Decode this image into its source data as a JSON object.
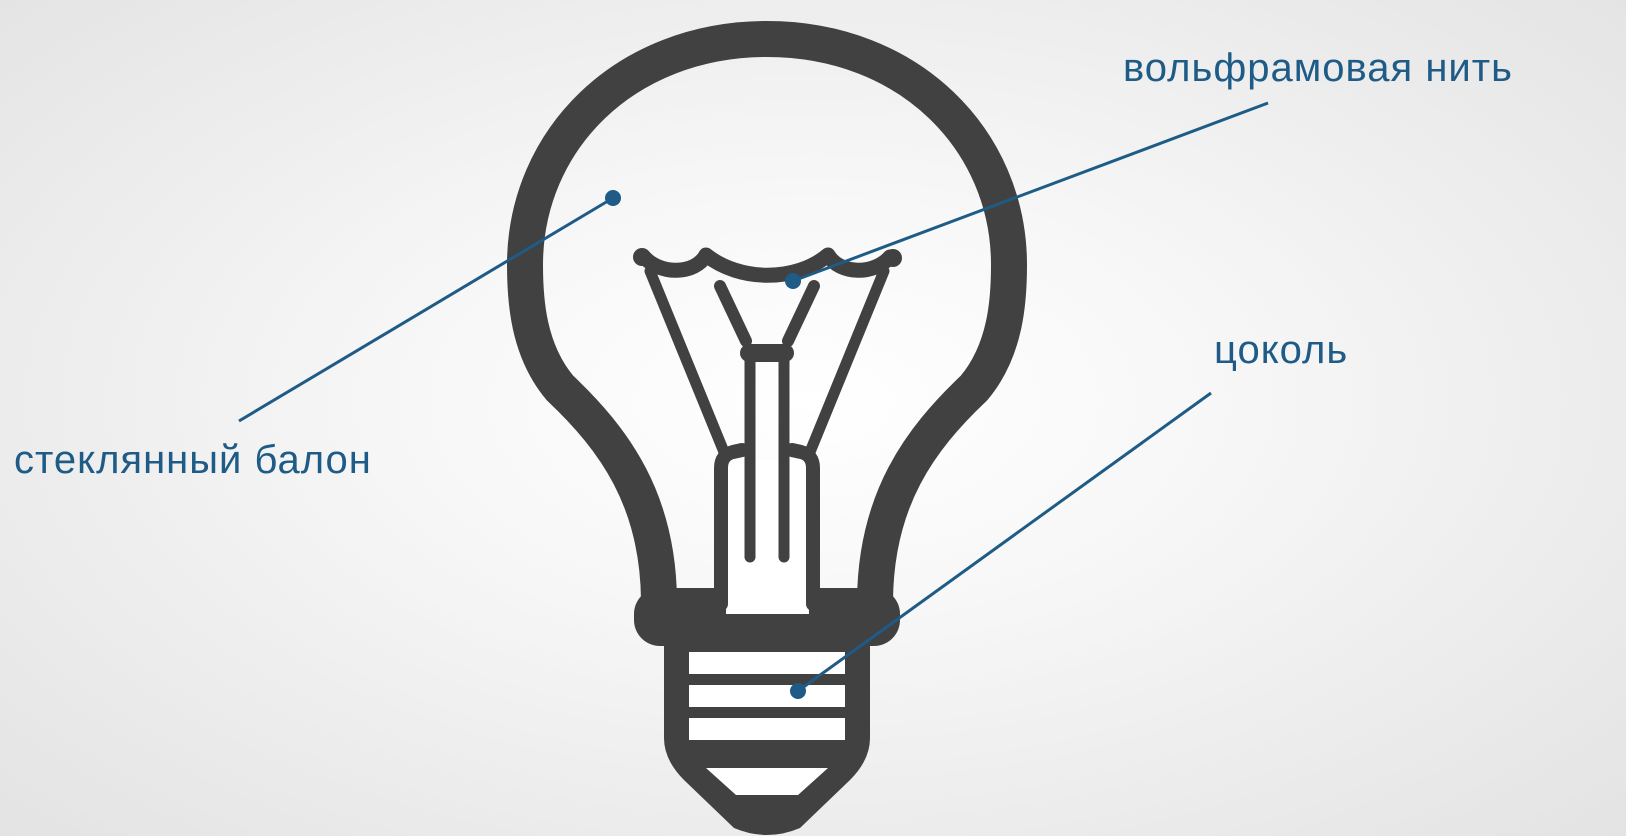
{
  "labels": {
    "glass_bulb": "стеклянный балон",
    "tungsten_filament": "вольфрамовая нить",
    "base": "цоколь"
  },
  "colors": {
    "bulb_outline": "#414141",
    "callout": "#1e5b86",
    "background": "#f4f4f4"
  },
  "icon": "light-bulb-icon"
}
